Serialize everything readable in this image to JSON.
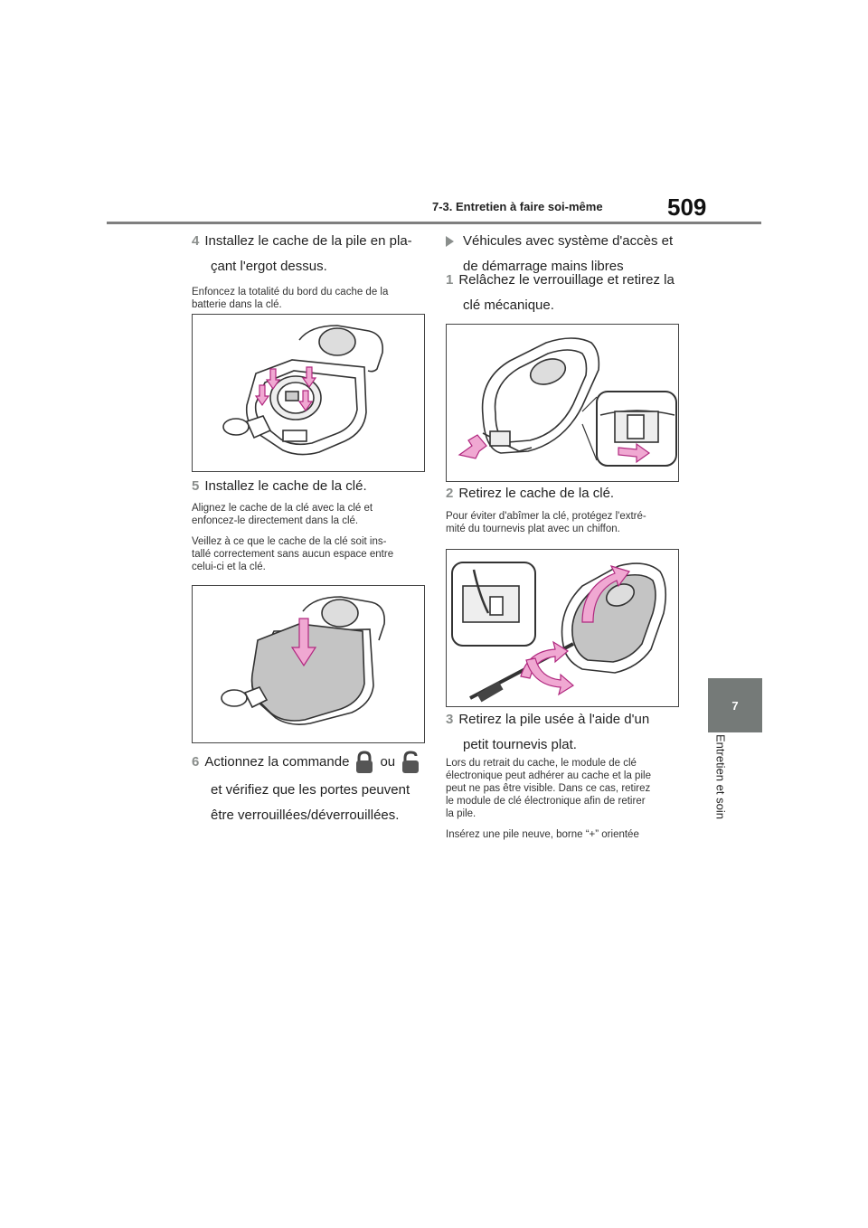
{
  "header": {
    "section_title": "7-3. Entretien à faire soi-même",
    "page_number": "509"
  },
  "side_tab": {
    "chapter_number": "7",
    "chapter_title": "Entretien et soin"
  },
  "left_column": {
    "step4": {
      "number": "4",
      "line1": "Installez le cache de la pile en pla-",
      "line2": "çant l'ergot dessus.",
      "note_line1": "Enfoncez la totalité du bord du cache de la",
      "note_line2": "batterie dans la clé."
    },
    "step5": {
      "number": "5",
      "text": "Installez le cache de la clé.",
      "note1_line1": "Alignez le cache de la clé avec la clé et",
      "note1_line2": "enfoncez-le directement dans la clé.",
      "note2_line1": "Veillez à ce que le cache de la clé soit ins-",
      "note2_line2": "tallé correctement sans aucun espace entre",
      "note2_line3": "celui-ci et la clé."
    },
    "step6": {
      "number": "6",
      "text_before": "Actionnez la commande",
      "text_or": "ou",
      "line2": "et vérifiez que les portes peuvent",
      "line3": "être verrouillées/déverrouillées.",
      "lock_icon": "lock-icon",
      "unlock_icon": "unlock-icon"
    }
  },
  "right_column": {
    "section": {
      "line1": "Véhicules avec système d'accès et",
      "line2": "de démarrage mains libres"
    },
    "step1": {
      "number": "1",
      "line1": "Relâchez le verrouillage et retirez la",
      "line2": "clé mécanique."
    },
    "step2": {
      "number": "2",
      "text": "Retirez le cache de la clé.",
      "note_line1": "Pour éviter d'abîmer la clé, protégez l'extré-",
      "note_line2": "mité du tournevis plat avec un chiffon."
    },
    "step3": {
      "number": "3",
      "line1": "Retirez la pile usée à l'aide d'un",
      "line2": "petit tournevis plat.",
      "note1_line1": "Lors du retrait du cache, le module de clé",
      "note1_line2": "électronique peut adhérer au cache et la pile",
      "note1_line3": "peut ne pas être visible. Dans ce cas, retirez",
      "note1_line4": "le module de clé électronique afin de retirer",
      "note1_line5": "la pile.",
      "note2": "Insérez une pile neuve, borne “+” orientée"
    }
  },
  "colors": {
    "arrow_pink": "#f0a8d2",
    "arrow_outline": "#b0287f",
    "rule_gray": "#7f7f7f",
    "tab_gray": "#757a78"
  }
}
